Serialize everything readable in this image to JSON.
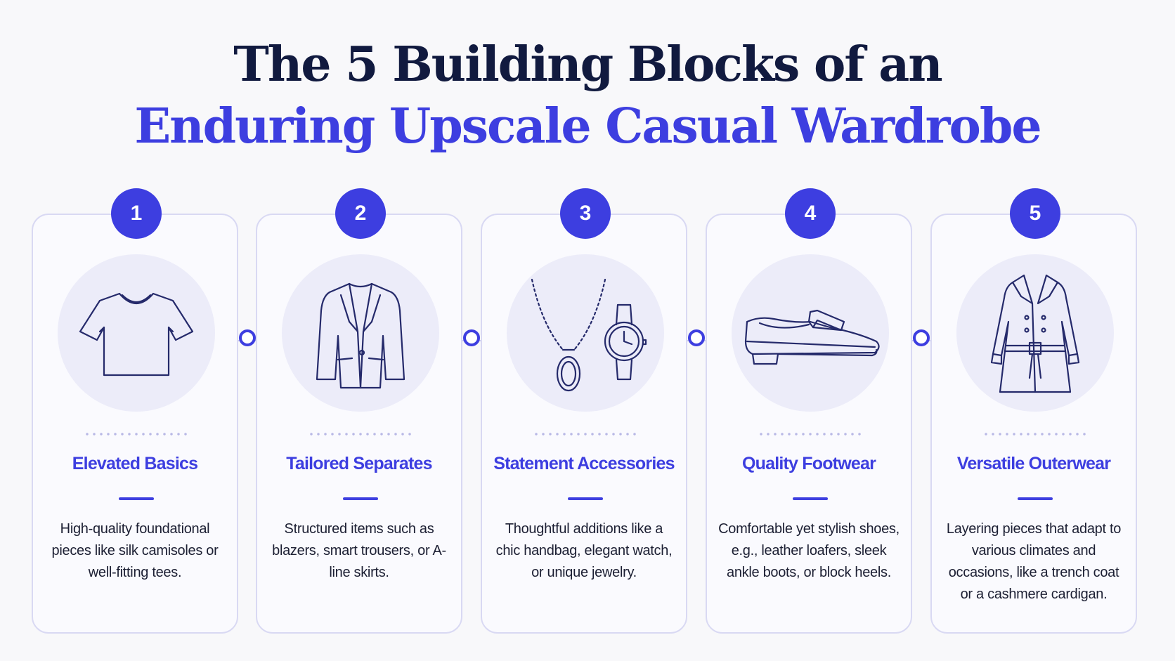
{
  "title": {
    "line1": "The 5 Building Blocks of an",
    "line2": "Enduring Upscale Casual Wardrobe"
  },
  "colors": {
    "accent": "#3d3ee0",
    "title_dark": "#111a3f",
    "card_border": "#d9d9f3",
    "illustration_bg": "#ececf9"
  },
  "blocks": [
    {
      "number": "1",
      "title": "Elevated Basics",
      "icon": "tshirt-icon",
      "description": "High-quality foundational pieces like silk camisoles or well-fitting tees."
    },
    {
      "number": "2",
      "title": "Tailored Separates",
      "icon": "blazer-icon",
      "description": "Structured items such as blazers, smart trousers, or A-line skirts."
    },
    {
      "number": "3",
      "title": "Statement Accessories",
      "icon": "necklace-watch-icon",
      "description": "Thoughtful additions like a chic handbag, elegant watch, or unique jewelry."
    },
    {
      "number": "4",
      "title": "Quality Footwear",
      "icon": "loafer-icon",
      "description": "Comfortable yet stylish shoes, e.g., leather loafers, sleek ankle boots, or block heels."
    },
    {
      "number": "5",
      "title": "Versatile Outerwear",
      "icon": "trench-coat-icon",
      "description": "Layering pieces that adapt to various climates and occasions, like a trench coat or a cashmere cardigan."
    }
  ]
}
